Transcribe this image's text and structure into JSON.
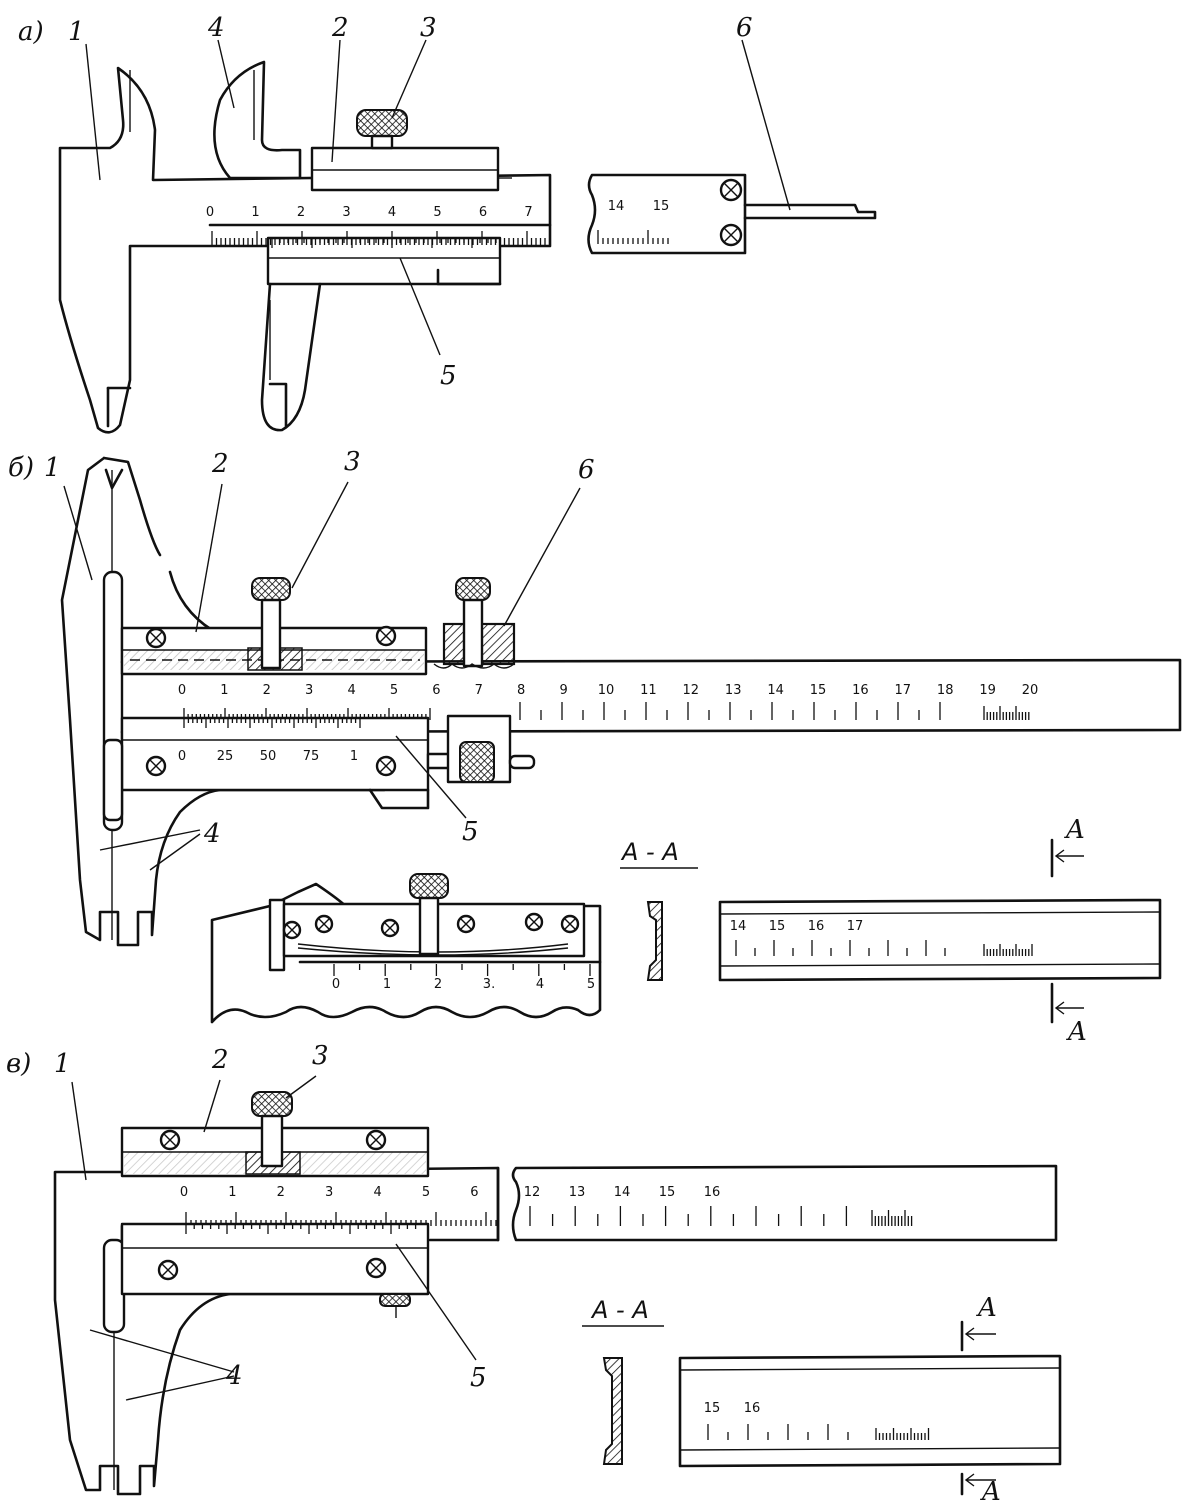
{
  "figure": {
    "a": {
      "panel_label": "а)",
      "callouts": [
        "1",
        "2",
        "3",
        "4",
        "5",
        "6"
      ],
      "main_scale": [
        "0",
        "1",
        "2",
        "3",
        "4",
        "5",
        "6",
        "7"
      ],
      "end_scale": [
        "14",
        "15"
      ]
    },
    "b": {
      "panel_label": "б)",
      "callouts": [
        "1",
        "2",
        "3",
        "6",
        "4",
        "5"
      ],
      "main_scale": [
        "0",
        "1",
        "2",
        "3",
        "4",
        "5",
        "6",
        "7",
        "8",
        "9",
        "10",
        "11",
        "12",
        "13",
        "14",
        "15",
        "16",
        "17",
        "18",
        "19",
        "20"
      ],
      "vernier_scale": [
        "0",
        "25",
        "50",
        "75",
        "1"
      ],
      "detail_scale": [
        "0",
        "1",
        "2",
        "3.",
        "4",
        "5"
      ],
      "section_label": "A - A",
      "section_marks": [
        "A",
        "A"
      ],
      "section_scale": [
        "14",
        "15",
        "16",
        "17"
      ]
    },
    "c": {
      "panel_label": "в)",
      "callouts": [
        "1",
        "2",
        "3",
        "4",
        "5"
      ],
      "main_scale": [
        "0",
        "1",
        "2",
        "3",
        "4",
        "5",
        "6"
      ],
      "end_scale": [
        "12",
        "13",
        "14",
        "15",
        "16"
      ],
      "section_label": "A - A",
      "section_marks": [
        "A",
        "A"
      ],
      "section_scale": [
        "15",
        "16"
      ]
    }
  }
}
